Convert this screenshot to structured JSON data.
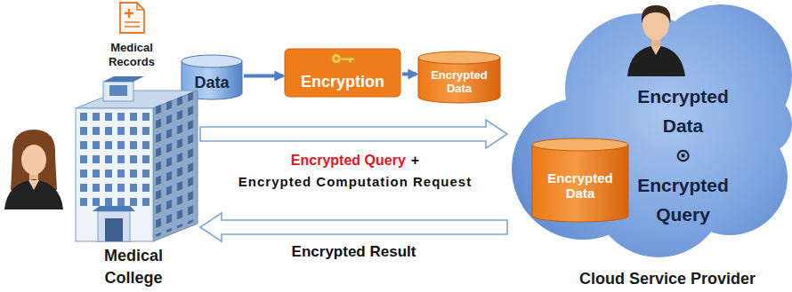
{
  "diagram": {
    "nodes": [
      {
        "text": [
          "Medical Records"
        ]
      },
      {
        "text": [
          "Medical College"
        ]
      },
      {
        "text": [
          "Data"
        ]
      },
      {
        "text": [
          "Encryption"
        ]
      },
      {
        "text": [
          "Encrypted Data"
        ]
      },
      {
        "text": [
          "Encrypted Data",
          "⊙",
          "Encrypted Query",
          "Cloud Service Provider"
        ]
      },
      {
        "text": [
          "Encrypted Data"
        ],
        "in": 5
      }
    ],
    "edges": [
      {
        "from": 2,
        "to": 3,
        "arrow": "to"
      },
      {
        "from": 3,
        "to": 4,
        "arrow": "to"
      },
      {
        "from": 1,
        "to": 5,
        "arrow": "to"
      },
      {
        "from": 5,
        "to": 1,
        "label": "Encrypted Result",
        "arrow": "to"
      }
    ],
    "labels": [
      "Encrypted Query",
      "+",
      "Encrypted Computation Request"
    ]
  }
}
